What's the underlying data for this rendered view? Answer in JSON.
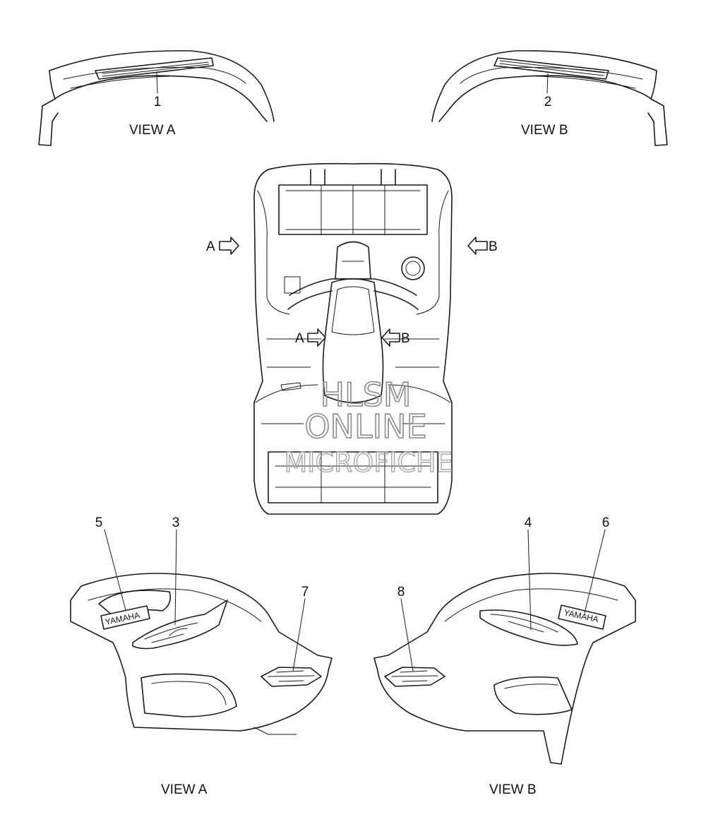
{
  "views": {
    "top_left": "VIEW A",
    "top_right": "VIEW B",
    "bottom_left": "VIEW A",
    "bottom_right": "VIEW B"
  },
  "callouts": [
    "1",
    "2",
    "3",
    "4",
    "5",
    "6",
    "7",
    "8"
  ],
  "arrow_labels": {
    "outer_left": "A",
    "outer_right": "B",
    "inner_left": "A",
    "inner_right": "B"
  },
  "decals": {
    "left_brand": "YAMAHA",
    "right_brand": "YAMAHA"
  },
  "watermark": {
    "line1": "HLSM",
    "line2": "ONLINE",
    "line3": "MICROFICHE"
  }
}
